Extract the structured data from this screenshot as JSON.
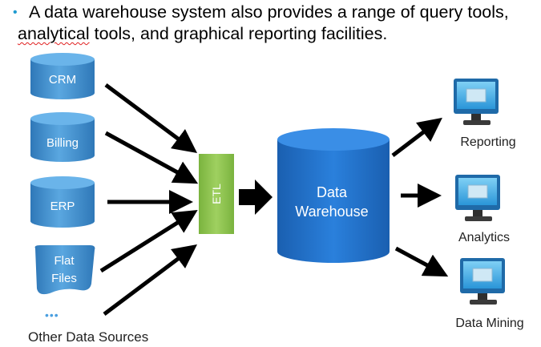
{
  "bullet": {
    "text_before": "A data warehouse system also provides a range of query tools, ",
    "misspelled": "analytical",
    "text_after": " tools, and graphical reporting facilities."
  },
  "diagram": {
    "sources": [
      {
        "label": "CRM"
      },
      {
        "label": "Billing"
      },
      {
        "label": "ERP"
      },
      {
        "label_line1": "Flat",
        "label_line2": "Files"
      }
    ],
    "other_sources": {
      "dots": "•••",
      "label": "Other Data Sources"
    },
    "etl_label": "ETL",
    "warehouse": {
      "line1": "Data",
      "line2": "Warehouse"
    },
    "outputs": [
      {
        "label": "Reporting"
      },
      {
        "label": "Analytics"
      },
      {
        "label": "Data Mining"
      }
    ]
  },
  "colors": {
    "cylinder": "#3f8ed0",
    "cylinder_dark": "#2a6fae",
    "etl": "#8cc152",
    "warehouse": "#1f6ec8",
    "arrow": "#000000",
    "monitor": "#4ab0e8"
  }
}
